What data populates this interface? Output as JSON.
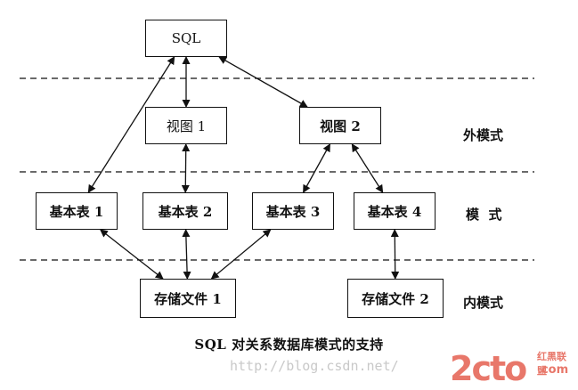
{
  "diagram": {
    "nodes": {
      "sql": "SQL",
      "view1": "视图 1",
      "view2": "视图 2",
      "table1": "基本表 1",
      "table2": "基本表 2",
      "table3": "基本表 3",
      "table4": "基本表 4",
      "file1": "存储文件 1",
      "file2": "存储文件 2"
    },
    "levels": {
      "external": "外模式",
      "conceptual": "模  式",
      "internal": "内模式"
    },
    "edges": [
      [
        "sql",
        "view1"
      ],
      [
        "sql",
        "view2"
      ],
      [
        "sql",
        "table1"
      ],
      [
        "view1",
        "table2"
      ],
      [
        "view2",
        "table3"
      ],
      [
        "view2",
        "table4"
      ],
      [
        "table1",
        "file1"
      ],
      [
        "table2",
        "file1"
      ],
      [
        "table3",
        "file1"
      ],
      [
        "table4",
        "file2"
      ]
    ],
    "caption": "SQL 对关系数据库模式的支持"
  },
  "watermark": {
    "url": "http://blog.csdn.net/",
    "logo_main": "2cto",
    "logo_side": "红黑联盟",
    "logo_com": ".com"
  }
}
